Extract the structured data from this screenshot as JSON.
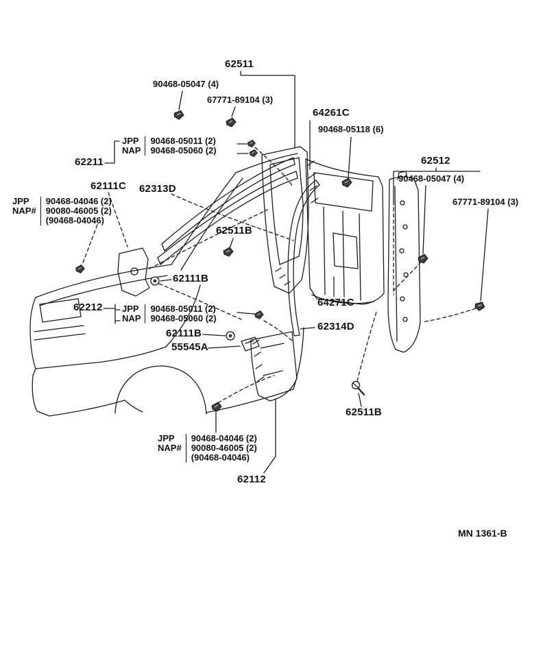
{
  "colors": {
    "ink": "#1a1a1a",
    "background": "#ffffff"
  },
  "footer": {
    "drawing_code": "MN 1361-B"
  },
  "icons": {
    "clip": "trim-clip-icon",
    "grommet": "grommet-icon",
    "screw": "screw-icon"
  },
  "labels": {
    "main_62511": "62511",
    "top_90468_05047": "90468-05047 (4)",
    "top_67771_89104": "67771-89104 (3)",
    "panel_64261C": "64261C",
    "clip_90468_05118": "90468-05118 (6)",
    "molding_62211": "62211",
    "pillar_62512": "62512",
    "right_90468_05047": "90468-05047 (4)",
    "bracket_62111C": "62111C",
    "molding_62313D": "62313D",
    "right_67771_89104": "67771-89104 (3)",
    "clip_62511B_mid": "62511B",
    "grommet_62111B_upper": "62111B",
    "molding_62212": "62212",
    "panel_64271C": "64271C",
    "strip_62314D": "62314D",
    "grommet_62111B_lower": "62111B",
    "plate_55545A": "55545A",
    "screw_62511B_bottom": "62511B",
    "panel_62112": "62112"
  },
  "fastener_groups": {
    "top": {
      "jpp": "JPP",
      "nap": "NAP",
      "rows": [
        "90468-05011 (2)",
        "90468-05060 (2)"
      ]
    },
    "left": {
      "jpp": "JPP",
      "nap": "NAP#",
      "rows": [
        "90468-04046 (2)",
        "90080-46005 (2)",
        "(90468-04046)"
      ]
    },
    "mid": {
      "jpp": "JPP",
      "nap": "NAP",
      "rows": [
        "90468-05011 (2)",
        "90468-05060 (2)"
      ]
    },
    "bottom": {
      "jpp": "JPP",
      "nap": "NAP#",
      "rows": [
        "90468-04046 (2)",
        "90080-46005 (2)",
        "(90468-04046)"
      ]
    }
  }
}
